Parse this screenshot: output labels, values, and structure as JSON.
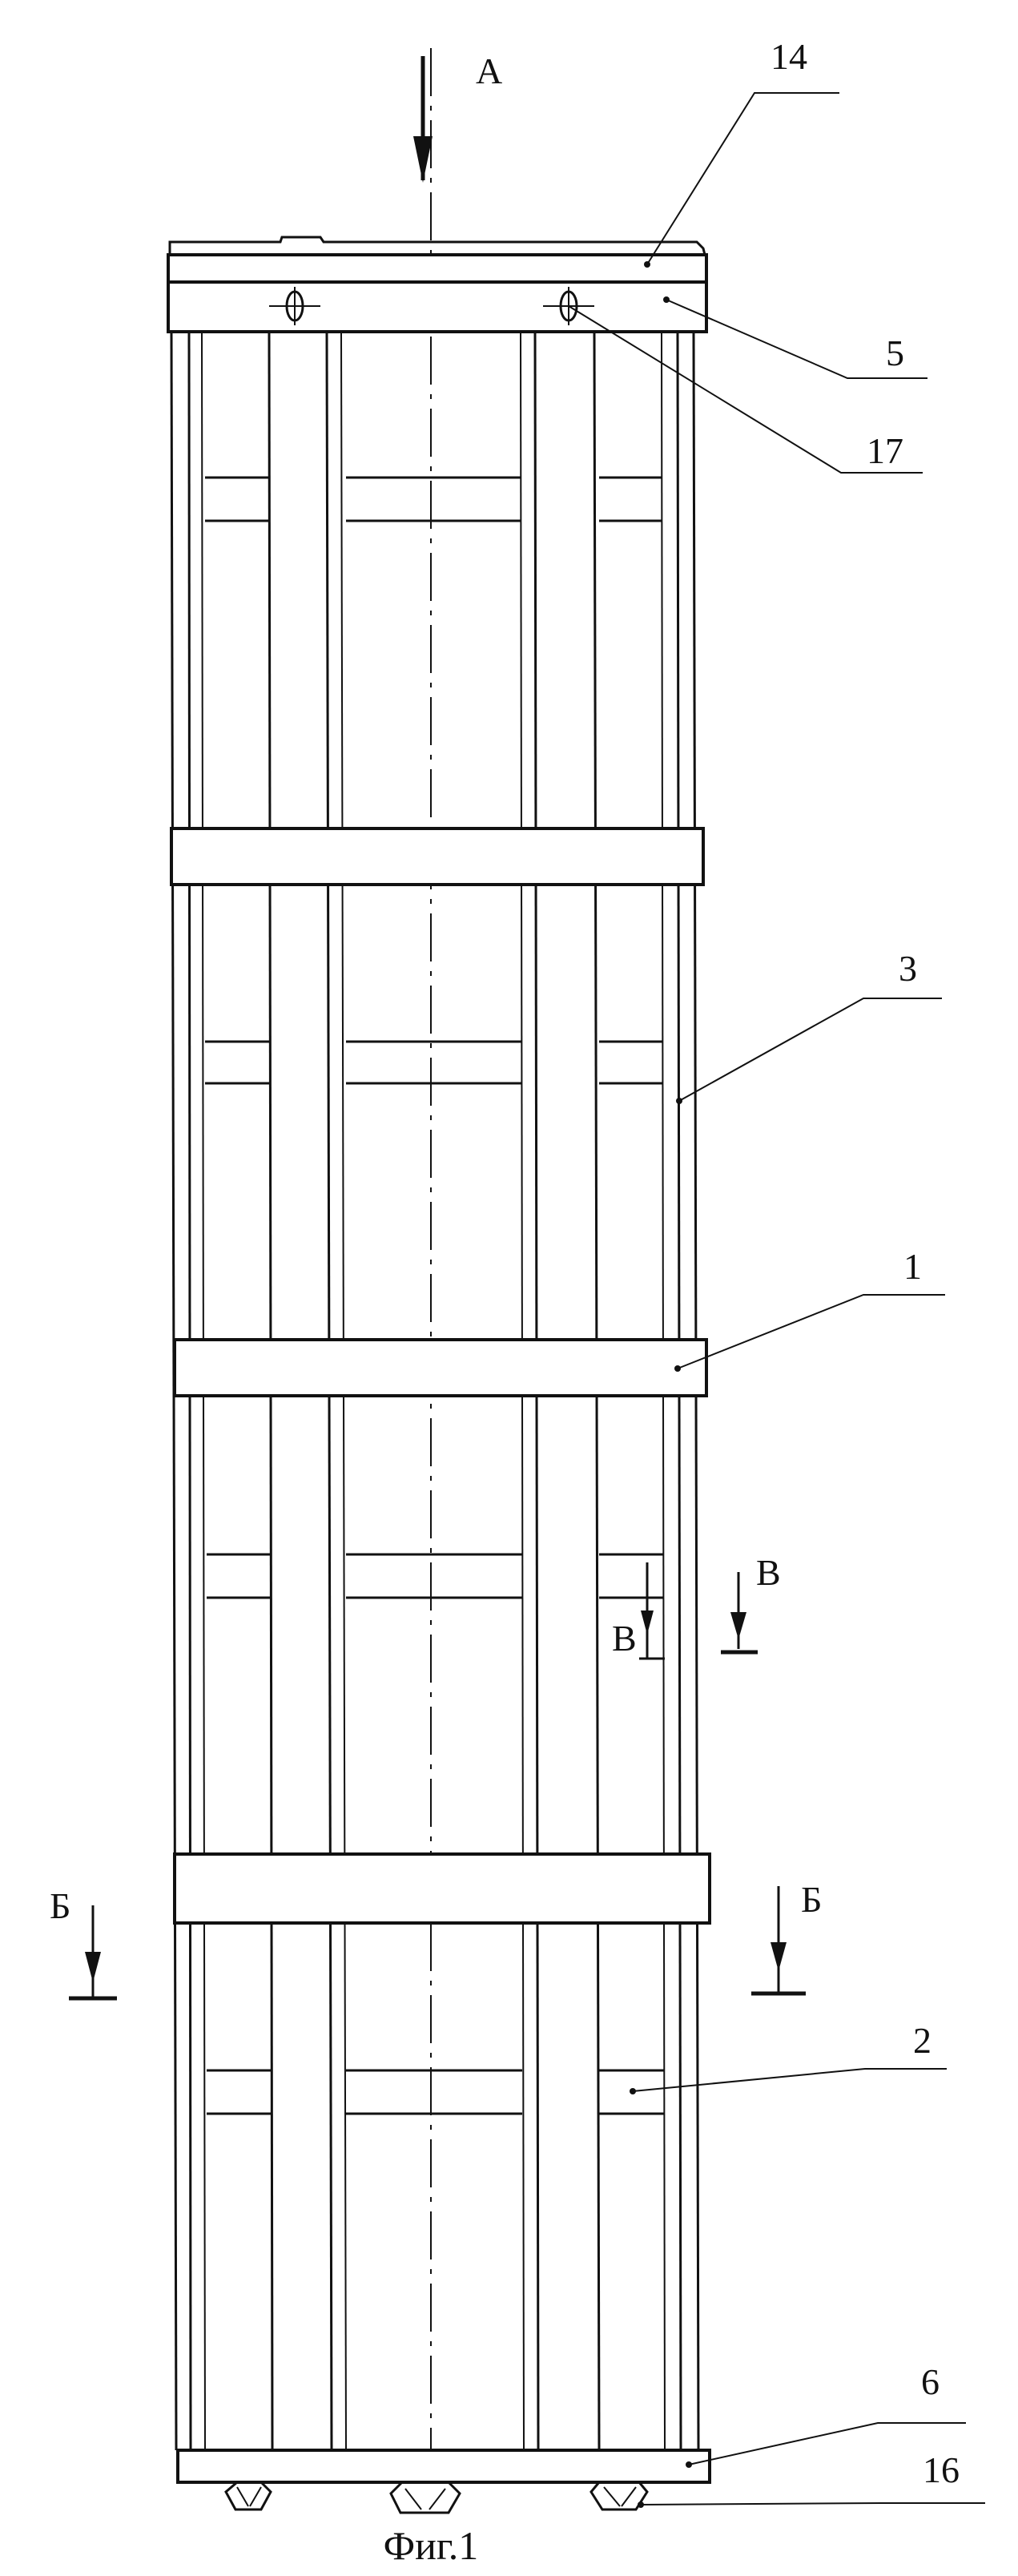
{
  "labels": {
    "view_a": "А",
    "pos_14": "14",
    "pos_5": "5",
    "pos_17": "17",
    "pos_3": "3",
    "pos_1": "1",
    "section_v_right": "В",
    "section_v_small": "В",
    "section_b_left": "Б",
    "section_b_right": "Б",
    "pos_2": "2",
    "pos_6": "6",
    "pos_16": "16"
  },
  "caption": "Фиг.1"
}
